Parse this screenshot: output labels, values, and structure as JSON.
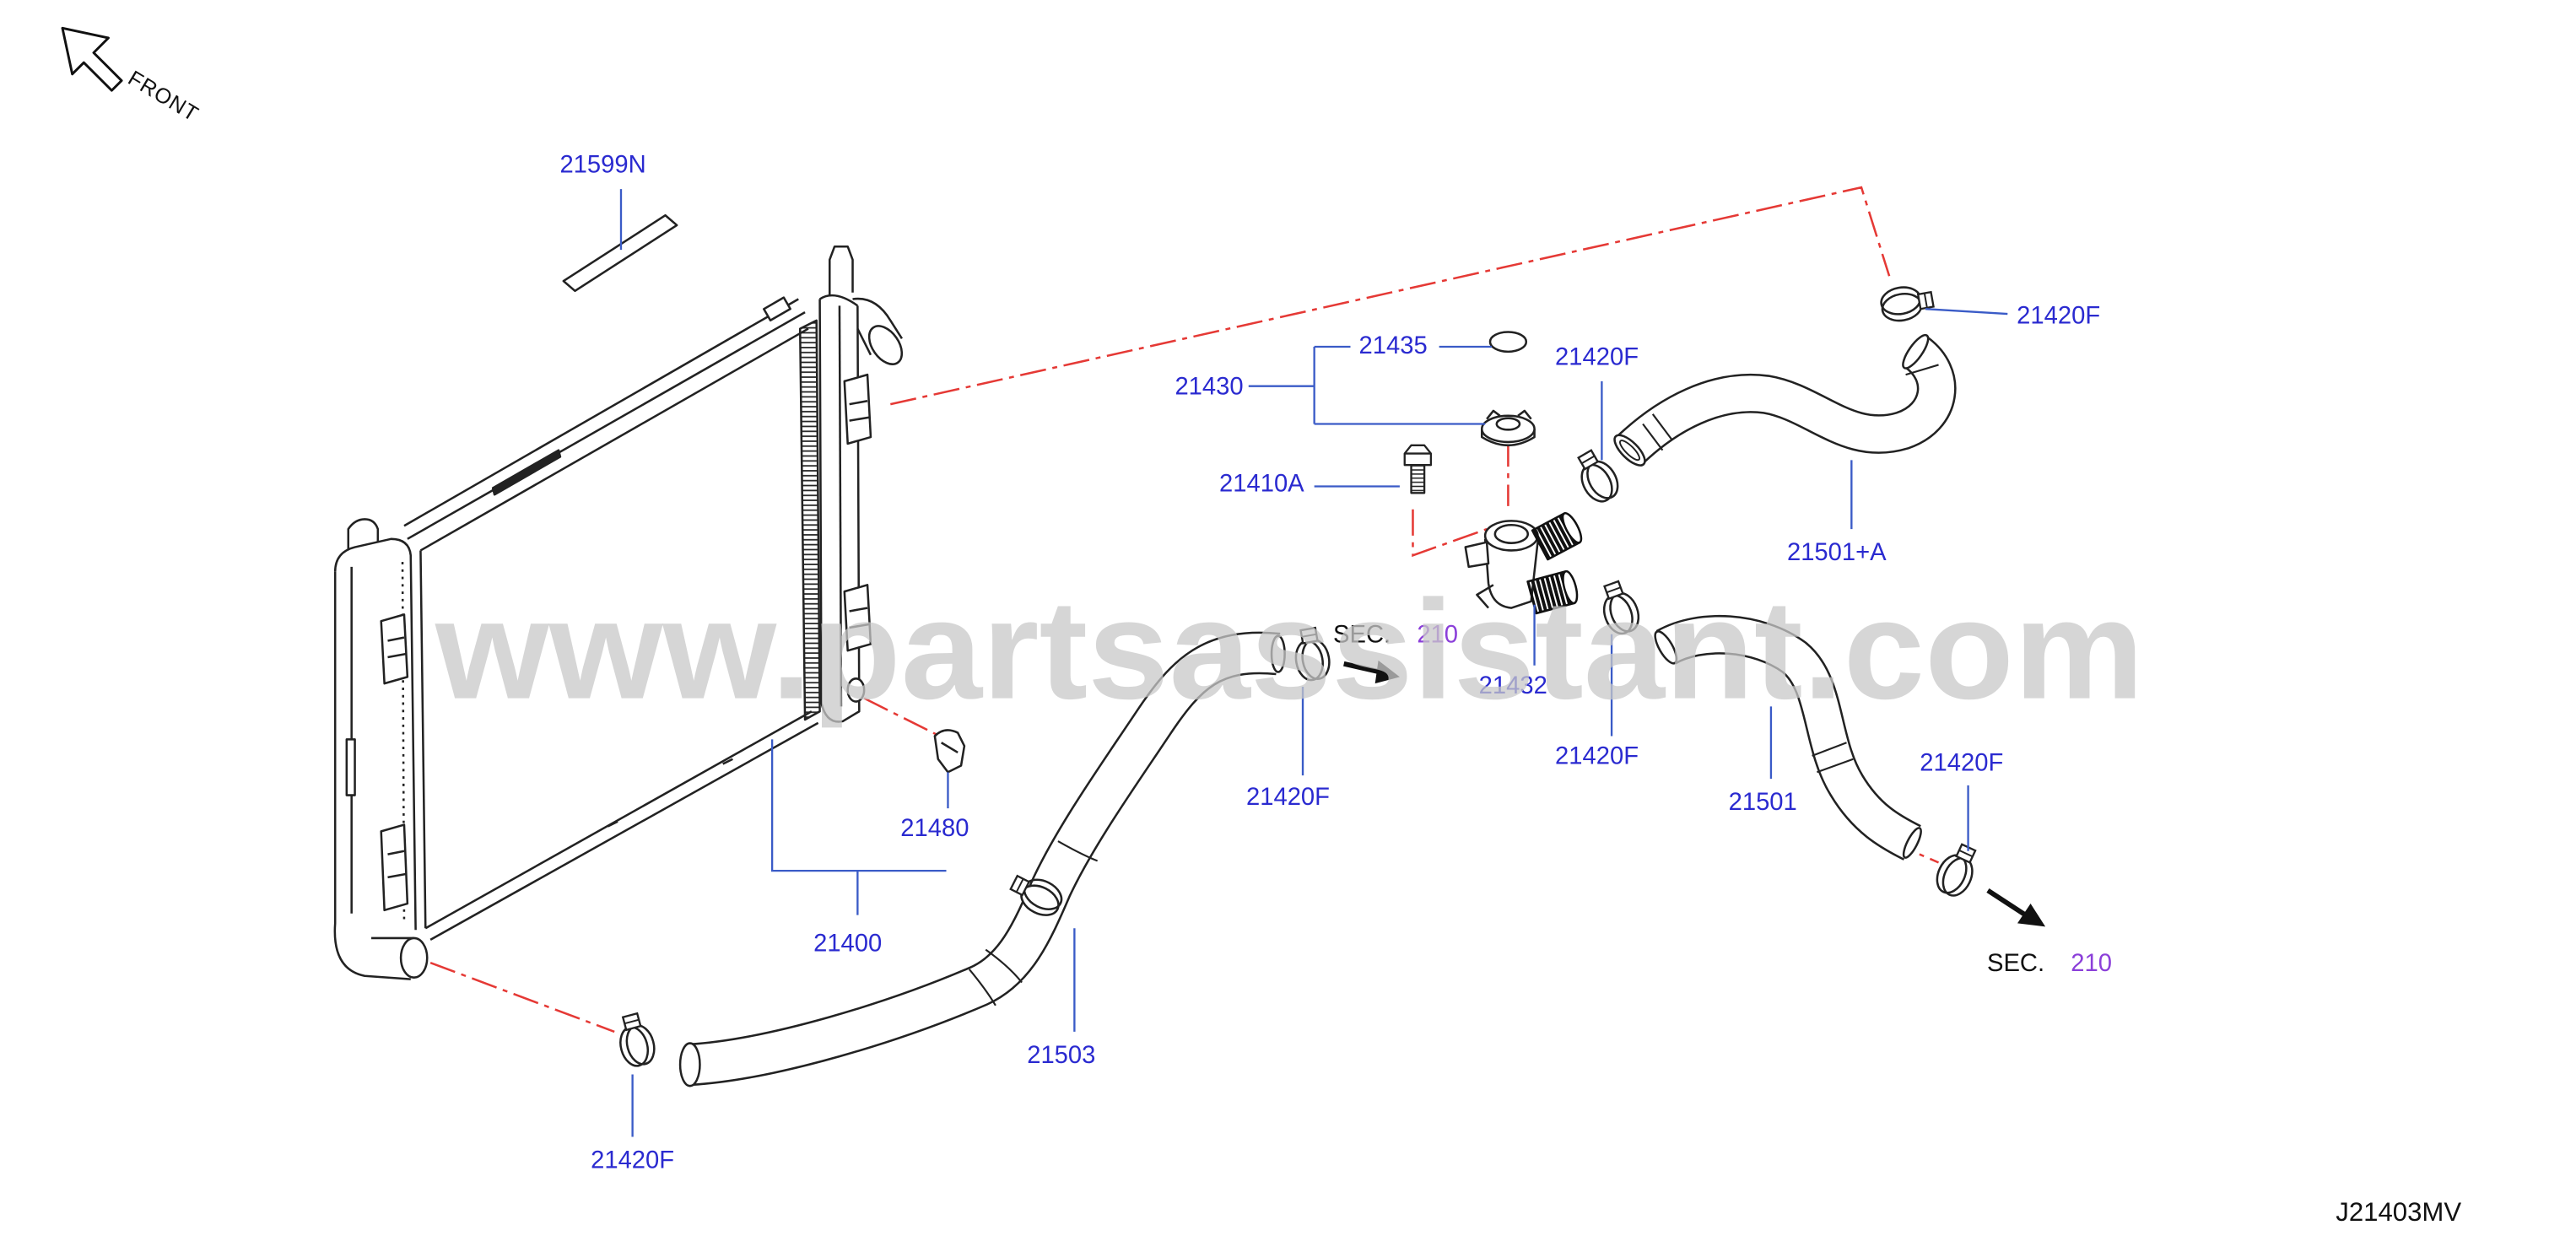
{
  "diagram": {
    "front_label": "FRONT",
    "code": "J21403MV",
    "watermark": "www.partsassistant.com",
    "callouts": [
      {
        "label": "21599N"
      },
      {
        "label": "21435"
      },
      {
        "label": "21430"
      },
      {
        "label": "21420F"
      },
      {
        "label": "21420F"
      },
      {
        "label": "21410A"
      },
      {
        "label": "21501+A"
      },
      {
        "label": "21432"
      },
      {
        "label": "21420F"
      },
      {
        "label": "21420F"
      },
      {
        "label": "21501"
      },
      {
        "label": "21480"
      },
      {
        "label": "21420F"
      },
      {
        "label": "21400"
      },
      {
        "label": "21503"
      },
      {
        "label": "21420F"
      }
    ],
    "section_refs": [
      {
        "prefix": "SEC.",
        "number": "210"
      },
      {
        "prefix": "SEC.",
        "number": "210"
      }
    ]
  },
  "icons": {
    "front": "front-direction-arrow-icon",
    "flow": "flow-direction-arrow-icon"
  },
  "colors": {
    "callout": "#2a2ad0",
    "section_number": "#8b3fd9",
    "leader": "#3a5bc7",
    "centerline": "#e53935",
    "line": "#222222",
    "watermark": "#c8c8c8"
  }
}
